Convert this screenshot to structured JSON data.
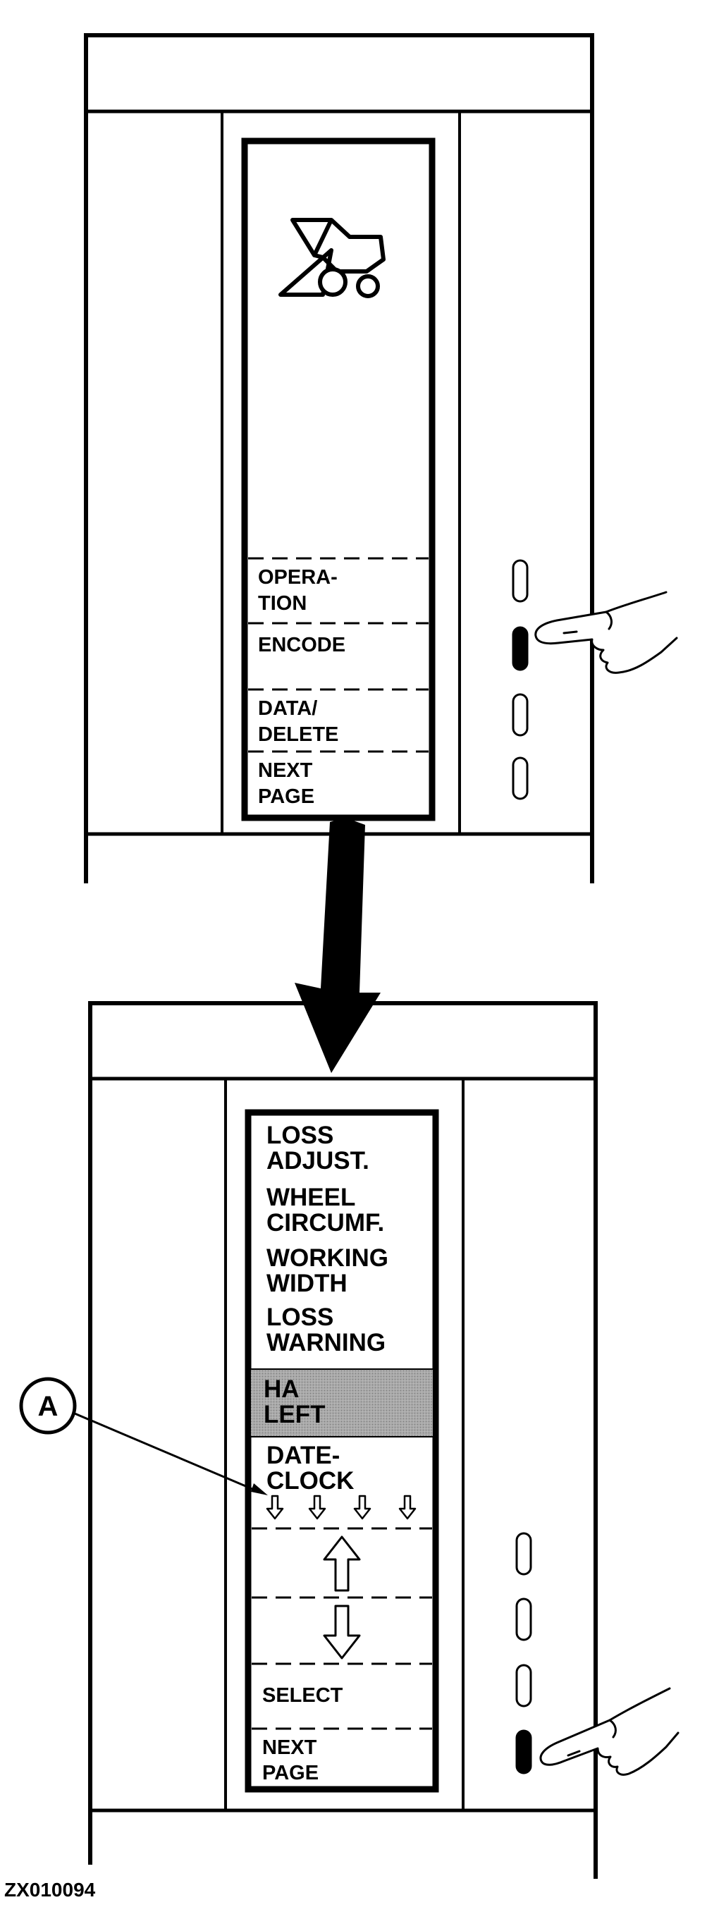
{
  "top_panel": {
    "softkeys": [
      {
        "lines": [
          "OPERA-",
          "TION"
        ]
      },
      {
        "lines": [
          "ENCODE",
          ""
        ]
      },
      {
        "lines": [
          "DATA/",
          "DELETE"
        ]
      },
      {
        "lines": [
          "NEXT",
          "PAGE"
        ]
      }
    ]
  },
  "bottom_panel": {
    "menu_items": [
      {
        "lines": [
          "LOSS",
          "ADJUST."
        ]
      },
      {
        "lines": [
          "WHEEL",
          "CIRCUMF."
        ]
      },
      {
        "lines": [
          "WORKING",
          "WIDTH"
        ]
      },
      {
        "lines": [
          "LOSS",
          "WARNING"
        ]
      },
      {
        "lines": [
          "HA",
          "LEFT"
        ],
        "highlighted": true
      },
      {
        "lines": [
          "DATE-",
          "CLOCK"
        ]
      }
    ],
    "softkeys": [
      {
        "icon": "arrow-up-icon"
      },
      {
        "icon": "arrow-down-icon"
      },
      {
        "label": "SELECT"
      },
      {
        "lines": [
          "NEXT",
          "PAGE"
        ]
      }
    ]
  },
  "callout": {
    "letter": "A"
  },
  "figure_code": "ZX010094",
  "colors": {
    "line": "#000000",
    "highlight": "#9a9a9a",
    "background": "#ffffff"
  }
}
